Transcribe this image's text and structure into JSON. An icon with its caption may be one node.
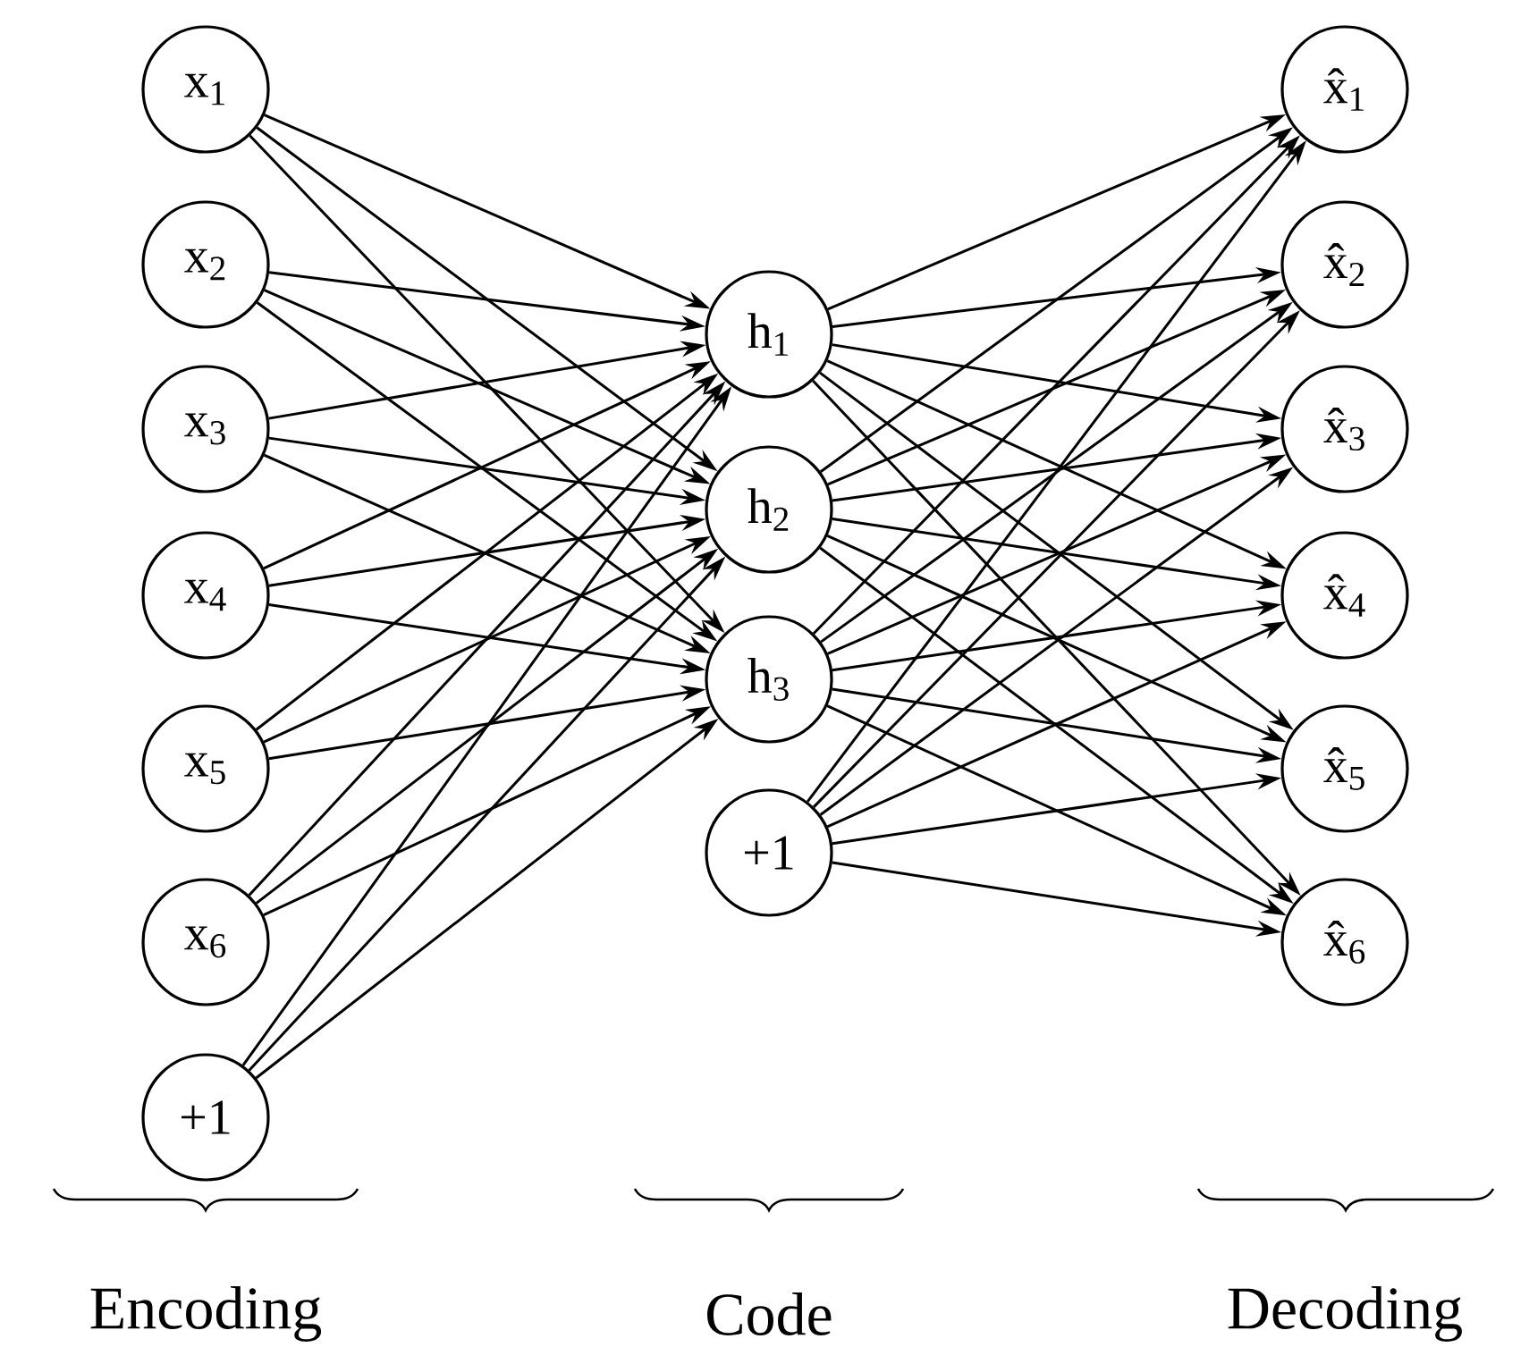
{
  "diagram": {
    "nodes": [
      {
        "text": [
          "x$_{1}$"
        ]
      },
      {
        "text": [
          "x$_{2}$"
        ]
      },
      {
        "text": [
          "x$_{3}$"
        ]
      },
      {
        "text": [
          "x$_{4}$"
        ]
      },
      {
        "text": [
          "x$_{5}$"
        ]
      },
      {
        "text": [
          "x$_{6}$"
        ]
      },
      {
        "text": [
          "+1"
        ]
      },
      {
        "text": [
          "h$_{1}$"
        ]
      },
      {
        "text": [
          "h$_{2}$"
        ]
      },
      {
        "text": [
          "h$_{3}$"
        ]
      },
      {
        "text": [
          "+1"
        ]
      },
      {
        "text": [
          "x̂$_{1}$"
        ]
      },
      {
        "text": [
          "x̂$_{2}$"
        ]
      },
      {
        "text": [
          "x̂$_{3}$"
        ]
      },
      {
        "text": [
          "x̂$_{4}$"
        ]
      },
      {
        "text": [
          "x̂$_{5}$"
        ]
      },
      {
        "text": [
          "x̂$_{6}$"
        ]
      }
    ],
    "edges": [
      {
        "from": 0,
        "to": 7,
        "arrow": "to"
      },
      {
        "from": 0,
        "to": 8,
        "arrow": "to"
      },
      {
        "from": 0,
        "to": 9,
        "arrow": "to"
      },
      {
        "from": 1,
        "to": 7,
        "arrow": "to"
      },
      {
        "from": 1,
        "to": 8,
        "arrow": "to"
      },
      {
        "from": 1,
        "to": 9,
        "arrow": "to"
      },
      {
        "from": 2,
        "to": 7,
        "arrow": "to"
      },
      {
        "from": 2,
        "to": 8,
        "arrow": "to"
      },
      {
        "from": 2,
        "to": 9,
        "arrow": "to"
      },
      {
        "from": 3,
        "to": 7,
        "arrow": "to"
      },
      {
        "from": 3,
        "to": 8,
        "arrow": "to"
      },
      {
        "from": 3,
        "to": 9,
        "arrow": "to"
      },
      {
        "from": 4,
        "to": 7,
        "arrow": "to"
      },
      {
        "from": 4,
        "to": 8,
        "arrow": "to"
      },
      {
        "from": 4,
        "to": 9,
        "arrow": "to"
      },
      {
        "from": 5,
        "to": 7,
        "arrow": "to"
      },
      {
        "from": 5,
        "to": 8,
        "arrow": "to"
      },
      {
        "from": 5,
        "to": 9,
        "arrow": "to"
      },
      {
        "from": 6,
        "to": 7,
        "arrow": "to"
      },
      {
        "from": 6,
        "to": 8,
        "arrow": "to"
      },
      {
        "from": 6,
        "to": 9,
        "arrow": "to"
      },
      {
        "from": 7,
        "to": 11,
        "arrow": "to"
      },
      {
        "from": 7,
        "to": 12,
        "arrow": "to"
      },
      {
        "from": 7,
        "to": 13,
        "arrow": "to"
      },
      {
        "from": 7,
        "to": 14,
        "arrow": "to"
      },
      {
        "from": 7,
        "to": 15,
        "arrow": "to"
      },
      {
        "from": 7,
        "to": 16,
        "arrow": "to"
      },
      {
        "from": 8,
        "to": 11,
        "arrow": "to"
      },
      {
        "from": 8,
        "to": 12,
        "arrow": "to"
      },
      {
        "from": 8,
        "to": 13,
        "arrow": "to"
      },
      {
        "from": 8,
        "to": 14,
        "arrow": "to"
      },
      {
        "from": 8,
        "to": 15,
        "arrow": "to"
      },
      {
        "from": 8,
        "to": 16,
        "arrow": "to"
      },
      {
        "from": 9,
        "to": 11,
        "arrow": "to"
      },
      {
        "from": 9,
        "to": 12,
        "arrow": "to"
      },
      {
        "from": 9,
        "to": 13,
        "arrow": "to"
      },
      {
        "from": 9,
        "to": 14,
        "arrow": "to"
      },
      {
        "from": 9,
        "to": 15,
        "arrow": "to"
      },
      {
        "from": 9,
        "to": 16,
        "arrow": "to"
      },
      {
        "from": 10,
        "to": 11,
        "arrow": "to"
      },
      {
        "from": 10,
        "to": 12,
        "arrow": "to"
      },
      {
        "from": 10,
        "to": 13,
        "arrow": "to"
      },
      {
        "from": 10,
        "to": 14,
        "arrow": "to"
      },
      {
        "from": 10,
        "to": 15,
        "arrow": "to"
      },
      {
        "from": 10,
        "to": 16,
        "arrow": "to"
      }
    ],
    "labels": [
      "Encoding",
      "Code",
      "Decoding"
    ]
  }
}
